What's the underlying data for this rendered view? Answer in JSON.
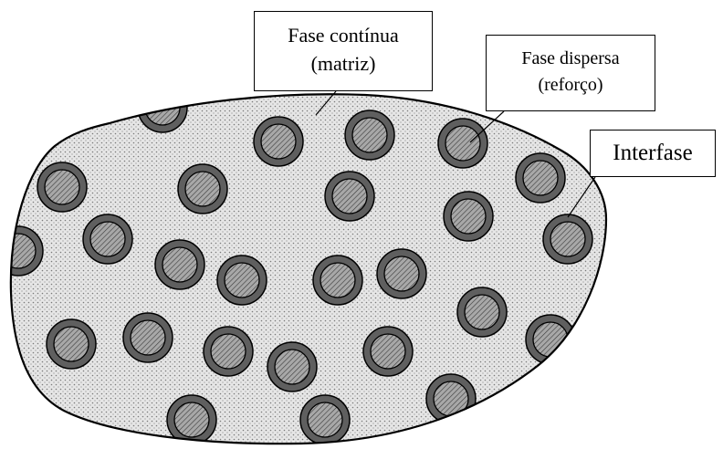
{
  "labels": {
    "matrix_line1": "Fase contínua",
    "matrix_line2": "(matriz)",
    "dispersed_line1": "Fase dispersa",
    "dispersed_line2": "(reforço)",
    "interface": "Interfase"
  },
  "colors": {
    "matrix_fill": "#e6e6e6",
    "matrix_dots": "#7a7a7a",
    "interface_ring": "#5f5f5f",
    "particle_core": "#a4a4a4",
    "outline": "#000000"
  }
}
